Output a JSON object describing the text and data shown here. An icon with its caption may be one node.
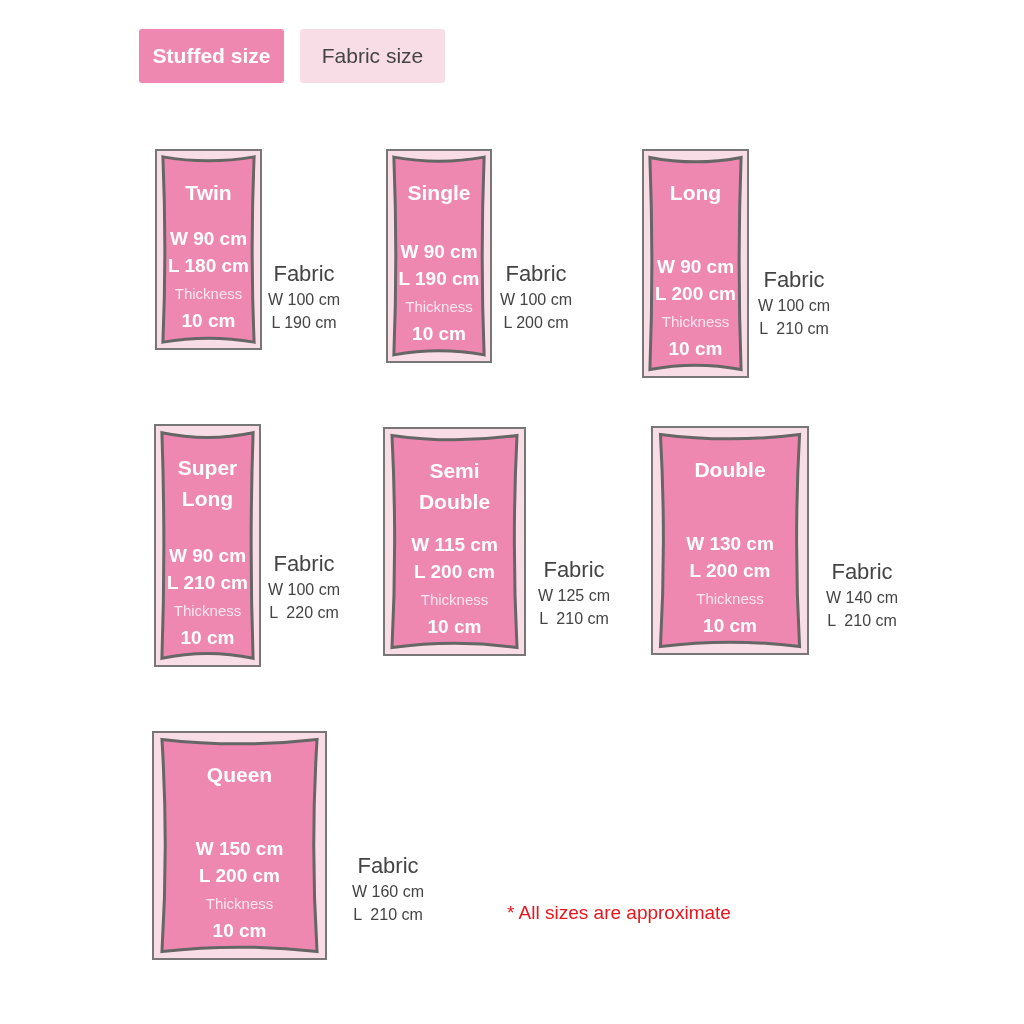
{
  "diagram": {
    "nodes": [
      {
        "text": [],
        "shape": "box",
        "beside": [
          "Fabric",
          "W 100 cm",
          "L 190 cm"
        ]
      },
      {
        "text": [
          "Twin",
          "W 90 cm",
          "L 180 cm",
          "Thickness",
          "10 cm"
        ],
        "in": 0
      },
      {
        "text": [],
        "shape": "box",
        "beside": [
          "Fabric",
          "W 100 cm",
          "L 200 cm"
        ]
      },
      {
        "text": [
          "Single",
          "W 90 cm",
          "L 190 cm",
          "Thickness",
          "10 cm"
        ],
        "in": 2
      },
      {
        "text": [],
        "shape": "box",
        "beside": [
          "Fabric",
          "W 100 cm",
          "L  210 cm"
        ]
      },
      {
        "text": [
          "Long",
          "W 90 cm",
          "L 200 cm",
          "Thickness",
          "10 cm"
        ],
        "in": 4
      },
      {
        "text": [],
        "shape": "box",
        "beside": [
          "Fabric",
          "W 100 cm",
          "L  220 cm"
        ]
      },
      {
        "text": [
          "Super Long",
          "W 90 cm",
          "L 210 cm",
          "Thickness",
          "10 cm"
        ],
        "in": 6
      },
      {
        "text": [],
        "shape": "box",
        "beside": [
          "Fabric",
          "W 125 cm",
          "L  210 cm"
        ]
      },
      {
        "text": [
          "Semi Double",
          "W 115 cm",
          "L 200 cm",
          "Thickness",
          "10 cm"
        ],
        "in": 8
      },
      {
        "text": [],
        "shape": "box",
        "beside": [
          "Fabric",
          "W 140 cm",
          "L  210 cm"
        ]
      },
      {
        "text": [
          "Double",
          "W 130 cm",
          "L 200 cm",
          "Thickness",
          "10 cm"
        ],
        "in": 10
      },
      {
        "text": [],
        "shape": "box",
        "beside": [
          "Fabric",
          "W 160 cm",
          "L  210 cm"
        ]
      },
      {
        "text": [
          "Queen",
          "W 150 cm",
          "L 200 cm",
          "Thickness",
          "10 cm"
        ],
        "in": 12
      }
    ],
    "labels": [
      "* All sizes are approximate"
    ],
    "legend": [
      {
        "text": "Stuffed size",
        "color": "#ee88b0"
      },
      {
        "text": "Fabric size",
        "color": "#f9dde6"
      }
    ]
  }
}
